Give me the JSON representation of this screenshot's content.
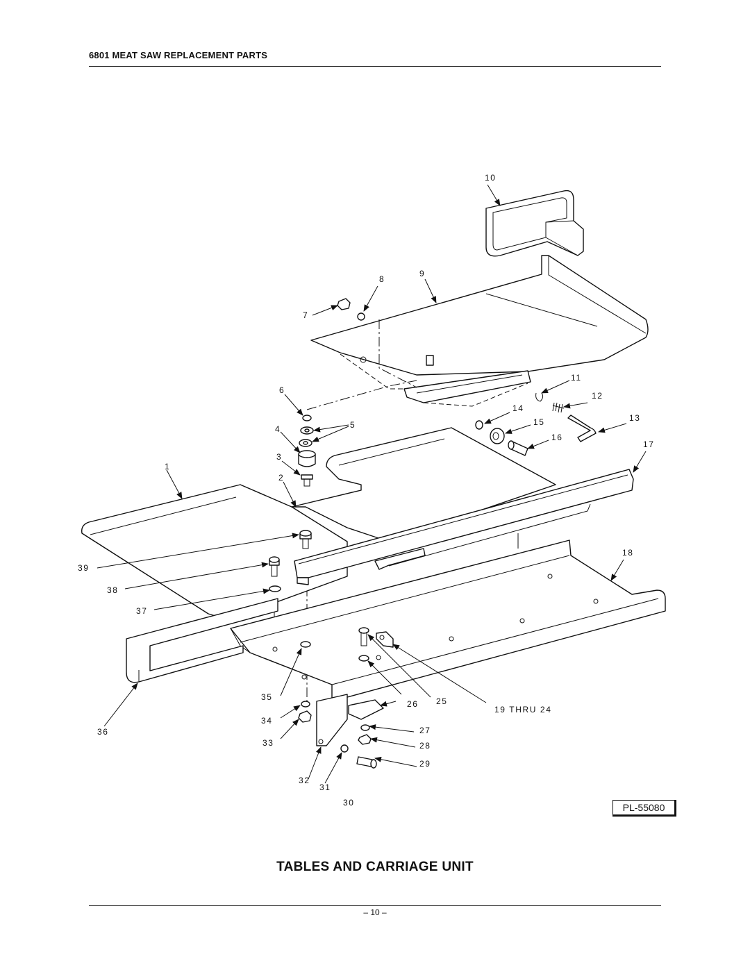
{
  "header": {
    "title": "6801 MEAT SAW REPLACEMENT PARTS"
  },
  "page_title": "TABLES AND CARRIAGE UNIT",
  "page_number": "– 10 –",
  "drawing_id": "PL-55080",
  "callouts": [
    "1",
    "2",
    "3",
    "4",
    "5",
    "6",
    "7",
    "8",
    "9",
    "10",
    "11",
    "12",
    "13",
    "14",
    "15",
    "16",
    "17",
    "18",
    "19 THRU 24",
    "25",
    "26",
    "27",
    "28",
    "29",
    "30",
    "31",
    "32",
    "33",
    "34",
    "35",
    "36",
    "37",
    "38",
    "39"
  ]
}
